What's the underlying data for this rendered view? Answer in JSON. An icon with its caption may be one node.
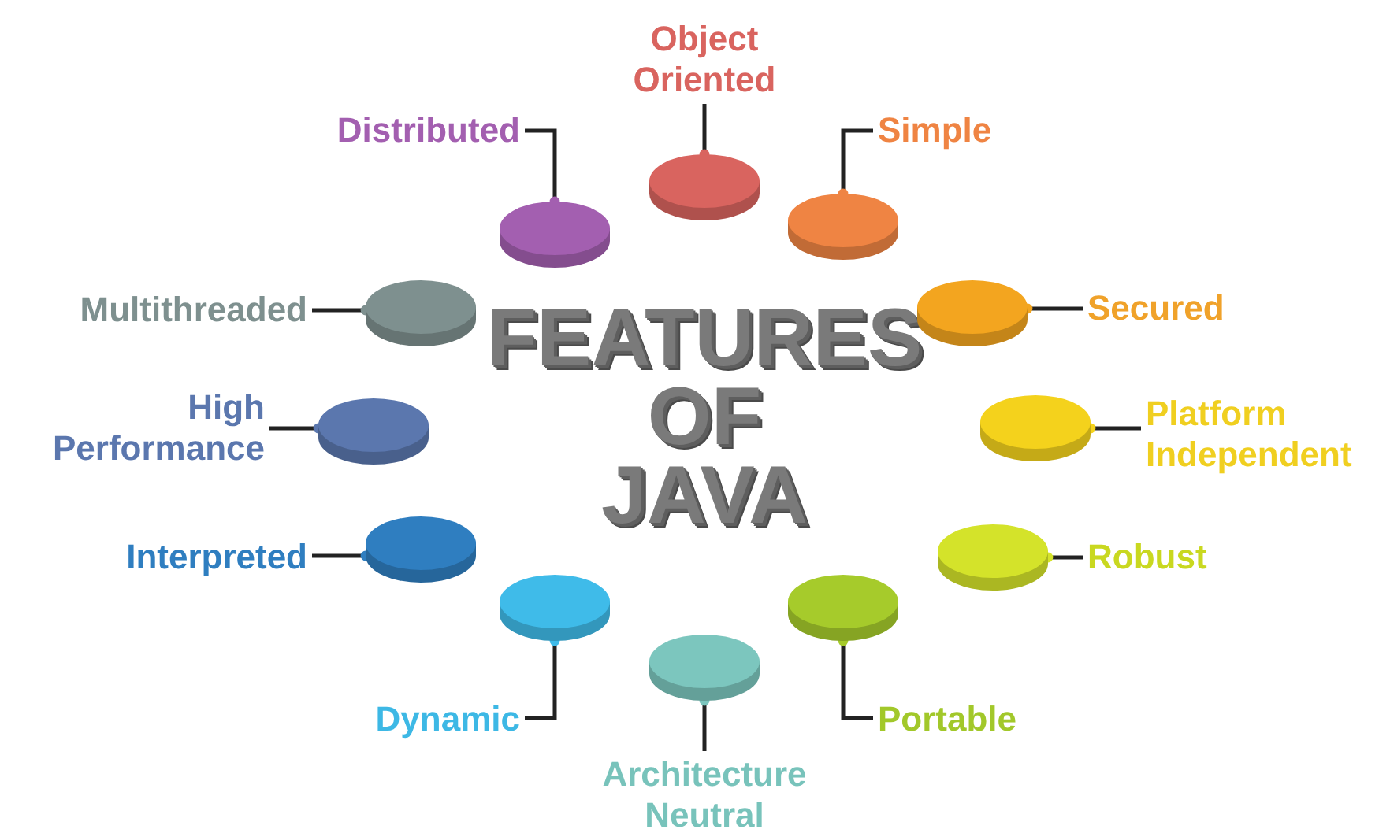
{
  "diagram": {
    "title": "FEATURES OF JAVA",
    "nodes": [
      {
        "text": [
          "Object Oriented"
        ]
      },
      {
        "text": [],
        "shape": "cylinder"
      },
      {
        "text": [
          "Simple"
        ]
      },
      {
        "text": [],
        "shape": "cylinder"
      },
      {
        "text": [
          "Secured"
        ]
      },
      {
        "text": [],
        "shape": "cylinder"
      },
      {
        "text": [
          "Platform Independent"
        ]
      },
      {
        "text": [],
        "shape": "cylinder"
      },
      {
        "text": [
          "Robust"
        ]
      },
      {
        "text": [],
        "shape": "cylinder"
      },
      {
        "text": [
          "Portable"
        ]
      },
      {
        "text": [],
        "shape": "cylinder"
      },
      {
        "text": [
          "Architecture Neutral"
        ]
      },
      {
        "text": [],
        "shape": "cylinder"
      },
      {
        "text": [
          "Dynamic"
        ]
      },
      {
        "text": [],
        "shape": "cylinder"
      },
      {
        "text": [
          "Interpreted"
        ]
      },
      {
        "text": [],
        "shape": "cylinder"
      },
      {
        "text": [
          "High Performance"
        ]
      },
      {
        "text": [],
        "shape": "cylinder"
      },
      {
        "text": [
          "Multithreaded"
        ]
      },
      {
        "text": [],
        "shape": "cylinder"
      },
      {
        "text": [
          "Distributed"
        ]
      },
      {
        "text": [],
        "shape": "cylinder"
      }
    ],
    "edges": [
      {
        "from": 0,
        "to": 1,
        "arrow": "other"
      },
      {
        "from": 2,
        "to": 3,
        "arrow": "other"
      },
      {
        "from": 4,
        "to": 5,
        "arrow": "other"
      },
      {
        "from": 6,
        "to": 7,
        "arrow": "other"
      },
      {
        "from": 8,
        "to": 9,
        "arrow": "other"
      },
      {
        "from": 10,
        "to": 11,
        "arrow": "other"
      },
      {
        "from": 12,
        "to": 13,
        "arrow": "other"
      },
      {
        "from": 14,
        "to": 15,
        "arrow": "other"
      },
      {
        "from": 16,
        "to": 17,
        "arrow": "other"
      },
      {
        "from": 18,
        "to": 19,
        "arrow": "other"
      },
      {
        "from": 20,
        "to": 21,
        "arrow": "other"
      },
      {
        "from": 22,
        "to": 23,
        "arrow": "other"
      }
    ]
  }
}
